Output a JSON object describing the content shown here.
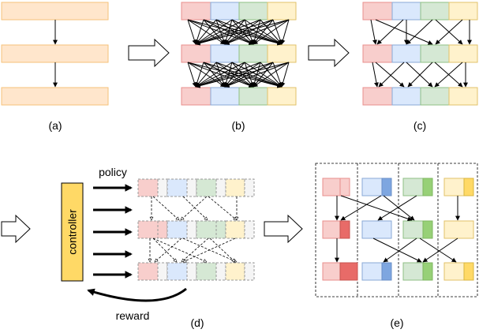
{
  "captions": {
    "a": "(a)",
    "b": "(b)",
    "c": "(c)",
    "d": "(d)",
    "e": "(e)"
  },
  "labels": {
    "controller": "controller",
    "policy": "policy",
    "reward": "reward"
  },
  "colors": {
    "red": "#f8cecc",
    "red_dark": "#e86b68",
    "blue": "#dae8fc",
    "blue_dark": "#7ea6e0",
    "green": "#d5e8d4",
    "green_dark": "#97d077",
    "yellow": "#fff2cc",
    "yellow_dark": "#ffd966",
    "peach": "#ffe6cc",
    "peach_border": "#f5c27a",
    "controller": "#ffd966"
  }
}
